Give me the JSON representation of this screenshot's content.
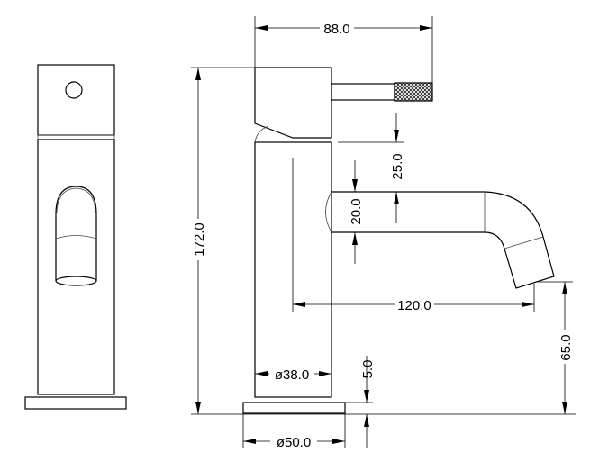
{
  "drawing": {
    "title": "Faucet technical drawing",
    "line_color": "#000000",
    "dimensions": {
      "total_width": "88.0",
      "total_height": "172.0",
      "lever_to_spout": "25.0",
      "spout_diameter": "20.0",
      "spout_reach": "120.0",
      "spout_height": "65.0",
      "body_diameter": "ø38.0",
      "base_thickness": "5.0",
      "base_diameter": "ø50.0"
    }
  }
}
